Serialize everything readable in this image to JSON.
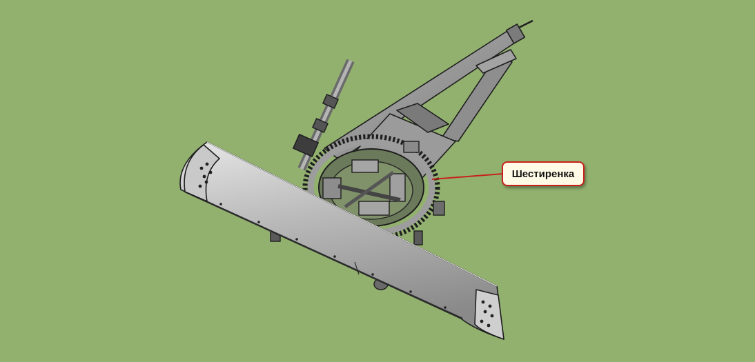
{
  "callout": {
    "label": "Шестиренка"
  },
  "colors": {
    "background": "#92b16f",
    "metal": "#9a9a9a",
    "callout_border": "#c7211b",
    "callout_fill": "#fffbe6",
    "leader": "#c7211b"
  },
  "icons": [
    "mechanism-assembly",
    "callout-balloon"
  ]
}
